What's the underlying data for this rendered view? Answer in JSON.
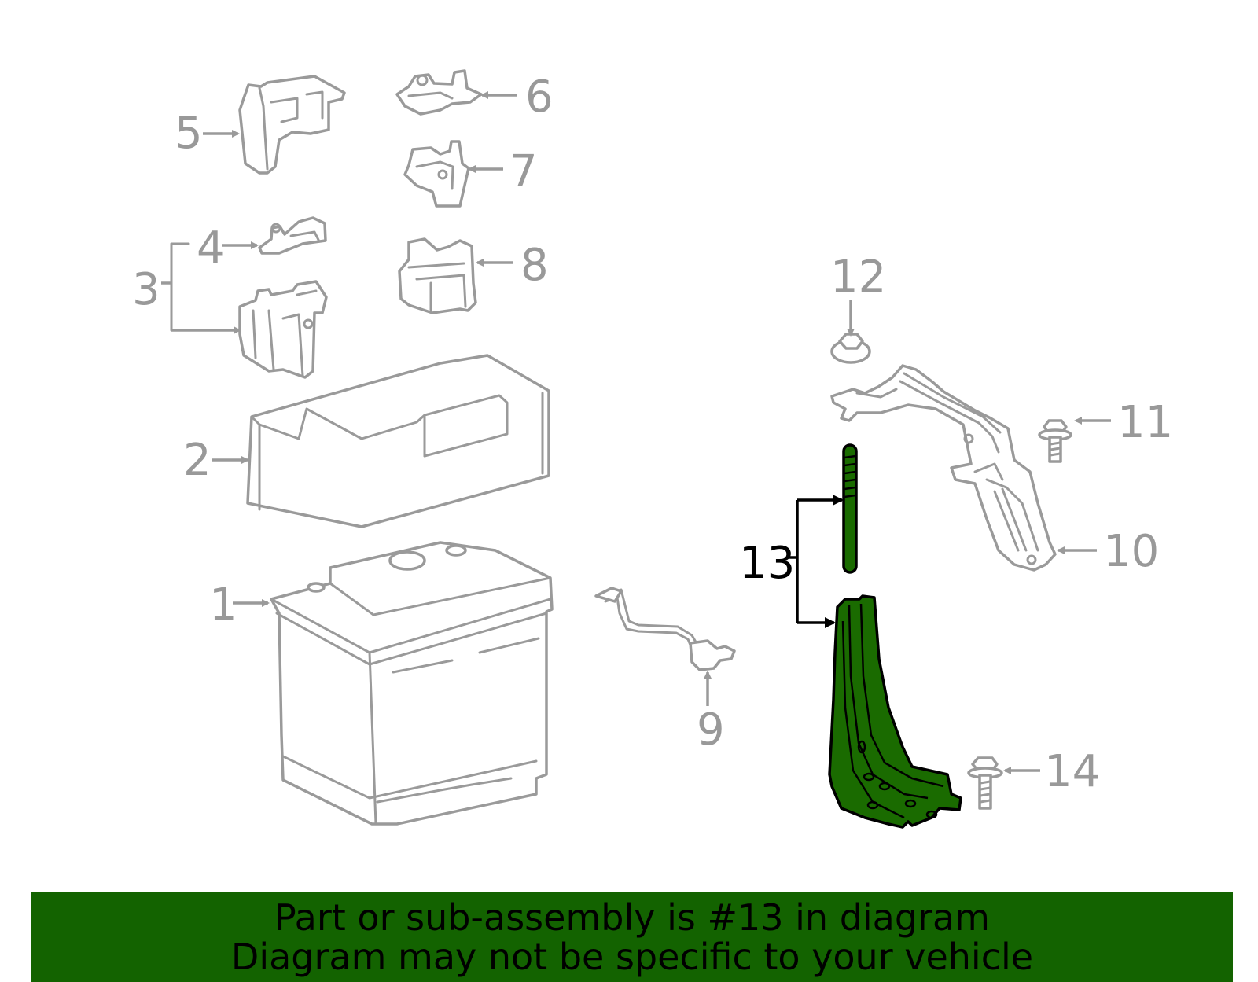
{
  "callouts": {
    "c1": "1",
    "c2": "2",
    "c3": "3",
    "c4": "4",
    "c5": "5",
    "c6": "6",
    "c7": "7",
    "c8": "8",
    "c9": "9",
    "c10": "10",
    "c11": "11",
    "c12": "12",
    "c13": "13",
    "c14": "14"
  },
  "highlight_part": "13",
  "colors": {
    "highlight": "#1a6b00",
    "banner": "#136300",
    "line": "#9a9a9a"
  },
  "banner": {
    "line1": "Part or sub-assembly is #13 in diagram",
    "line2": "Diagram may not be specific to your vehicle"
  }
}
